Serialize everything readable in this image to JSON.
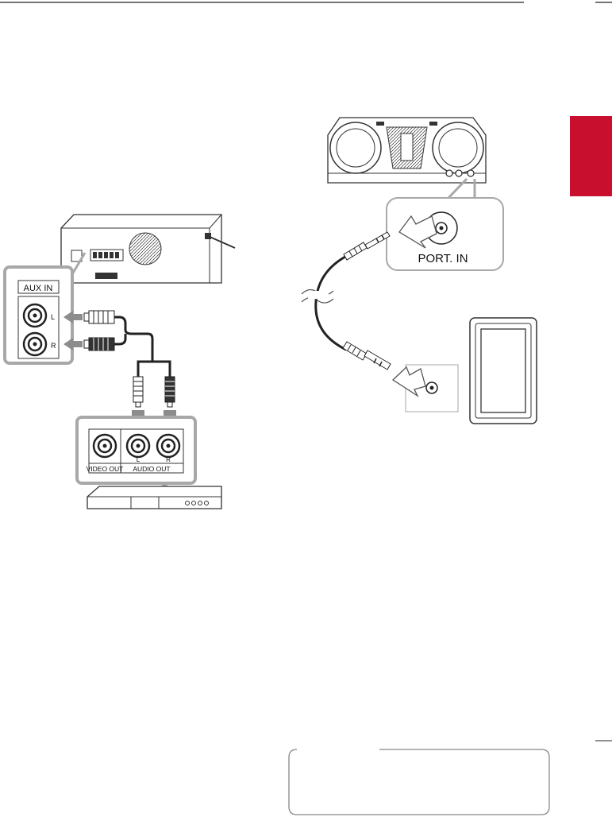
{
  "colors": {
    "tab_red": "#c8102e",
    "line_gray": "#5a5a5a",
    "frame_gray": "#a8a8a8",
    "arrow_gray": "#8c8c8c"
  },
  "left_figure": {
    "aux_label": "AUX IN",
    "left_channel": "L",
    "right_channel": "R",
    "video_out": "VIDEO OUT",
    "audio_out": "AUDIO OUT",
    "out_left": "L",
    "out_right": "R"
  },
  "right_figure": {
    "port_label": "PORT. IN"
  },
  "note_box": {
    "text": ""
  }
}
